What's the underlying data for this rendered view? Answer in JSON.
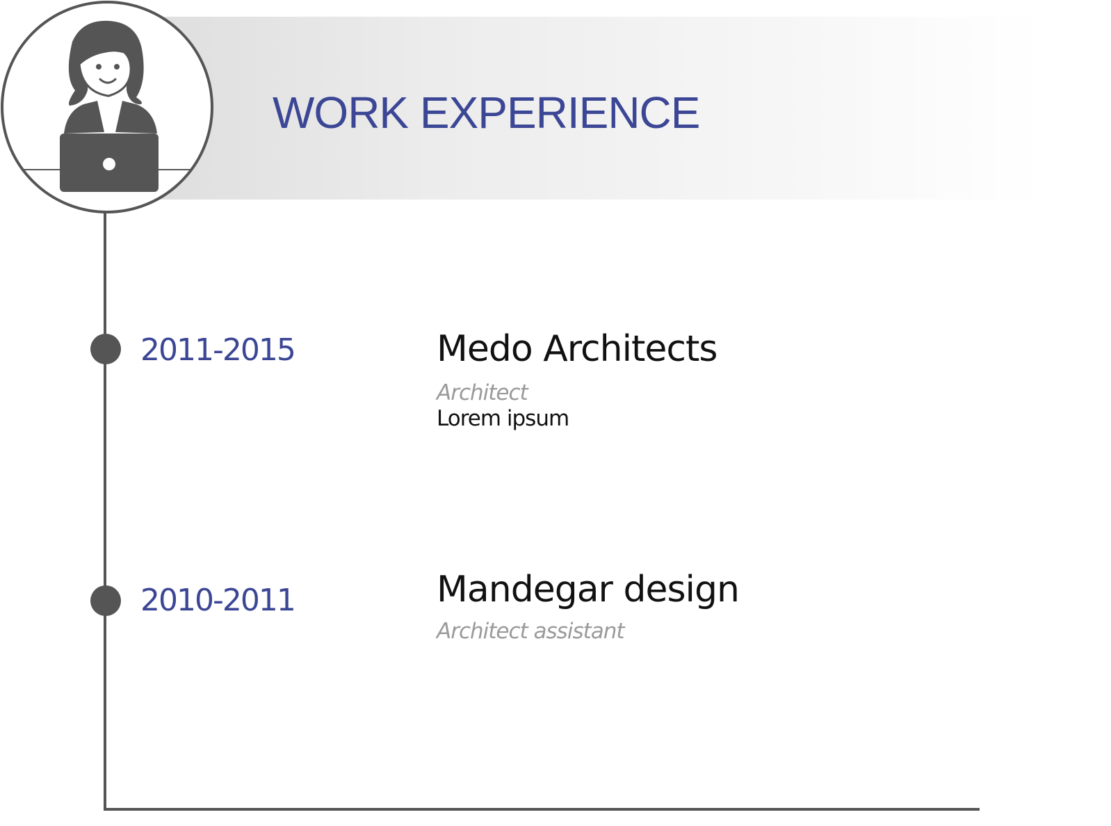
{
  "header": {
    "title": "WORK EXPERIENCE",
    "icon": "woman-at-laptop-icon"
  },
  "colors": {
    "accent": "#3b4695",
    "line": "#555555",
    "text": "#111111",
    "muted": "#9a9a9a"
  },
  "experience": [
    {
      "period": "2011-2015",
      "company": "Medo Architects",
      "role": "Architect",
      "description": "Lorem ipsum"
    },
    {
      "period": "2010-2011",
      "company": "Mandegar design",
      "role": "Architect assistant"
    }
  ]
}
